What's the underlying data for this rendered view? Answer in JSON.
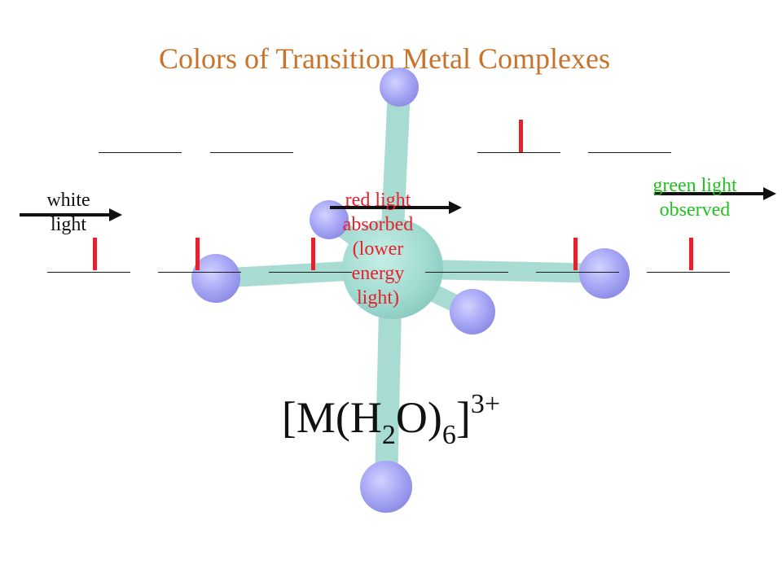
{
  "title": "Colors of Transition Metal Complexes",
  "labels": {
    "white_light": [
      "white",
      "light"
    ],
    "red_light": [
      "red light",
      "absorbed",
      "(lower",
      "energy",
      "light)"
    ],
    "green_light": [
      "green light",
      "observed"
    ]
  },
  "formula": {
    "open": "[M(H",
    "sub1": "2",
    "mid": "O)",
    "sub2": "6",
    "close": "]",
    "charge": "3+"
  },
  "colors": {
    "title": "#c8732a",
    "electron": "#e8202c",
    "red_label": "#e8202c",
    "green_label": "#1fc21f",
    "ligand_sphere": "#a6a6f5",
    "metal_sphere": "#9fdad0",
    "bond": "#a8dcd2"
  },
  "diagram": {
    "left_complex": {
      "upper_orbitals_electrons": [
        0,
        0
      ],
      "lower_orbitals_electrons": [
        1,
        1,
        1
      ]
    },
    "right_complex": {
      "upper_orbitals_electrons": [
        1,
        0
      ],
      "lower_orbitals_electrons": [
        0,
        1,
        1
      ]
    }
  }
}
